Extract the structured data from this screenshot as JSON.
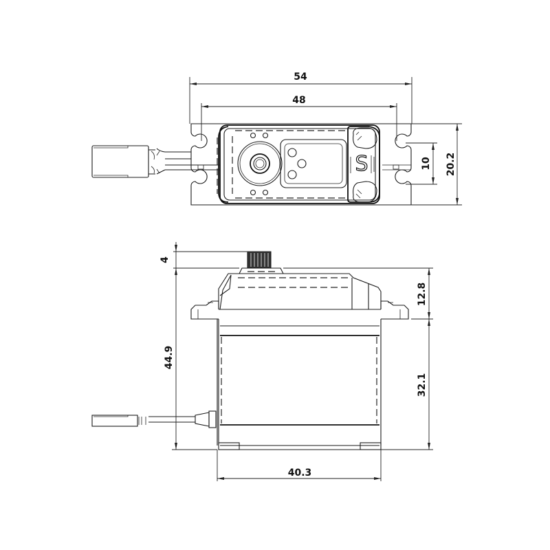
{
  "drawing": {
    "subject": "servo motor dimensional drawing",
    "views": [
      "top-view",
      "side-view"
    ],
    "units": "mm",
    "line_color": "#1a1a1a",
    "background": "#ffffff"
  },
  "top_view": {
    "dimensions": {
      "overall_length": "54",
      "mount_hole_spacing": "48",
      "mount_slot_width": "10",
      "overall_width": "20.2"
    },
    "logo_glyph": "S"
  },
  "side_view": {
    "dimensions": {
      "spline_height": "4",
      "flange_to_top": "12.8",
      "total_height": "44.9",
      "case_height_below_flange": "32.1",
      "case_length": "40.3"
    }
  }
}
